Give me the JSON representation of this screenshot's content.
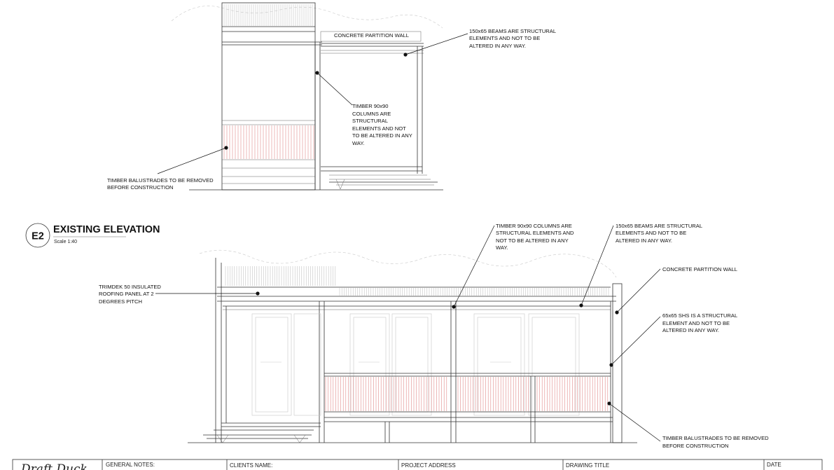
{
  "elevation": {
    "id": "E2",
    "title": "EXISTING ELEVATION",
    "scale": "Scale 1:40"
  },
  "annotations_top": {
    "partition_wall": "CONCRETE PARTITION WALL",
    "beams": [
      "150x65 BEAMS ARE STRUCTURAL",
      "ELEMENTS AND NOT TO BE",
      "ALTERED IN ANY WAY."
    ],
    "columns": [
      "TIMBER 90x90",
      "COLUMNS ARE",
      "STRUCTURAL",
      "ELEMENTS AND NOT",
      "TO BE ALTERED IN ANY",
      "WAY."
    ],
    "balustrades": [
      "TIMBER BALUSTRADES TO BE REMOVED",
      "BEFORE CONSTRUCTION"
    ]
  },
  "annotations_bottom": {
    "columns": [
      "TIMBER 90x90 COLUMNS ARE",
      "STRUCTURAL ELEMENTS AND",
      "NOT TO BE ALTERED IN ANY",
      "WAY."
    ],
    "beams": [
      "150x65 BEAMS ARE STRUCTURAL",
      "ELEMENTS AND NOT TO BE",
      "ALTERED IN ANY WAY."
    ],
    "roofing": [
      "TRIMDEK 50 INSULATED",
      "ROOFING PANEL AT 2",
      "DEGREES PITCH"
    ],
    "partition_wall": "CONCRETE PARTITION WALL",
    "shs": [
      "65x65 SHS IS A STRUCTURAL",
      "ELEMENT AND NOT TO BE",
      "ALTERED IN ANY WAY."
    ],
    "balustrades": [
      "TIMBER BALUSTRADES TO BE REMOVED",
      "BEFORE CONSTRUCTION"
    ]
  },
  "title_block": {
    "logo": "Draft Duck",
    "general_notes": "GENERAL NOTES:",
    "clients_name": "CLIENTS NAME:",
    "project_address": "PROJECT ADDRESS",
    "drawing_title": "DRAWING TITLE",
    "date": "DATE"
  },
  "colors": {
    "line": "#333333",
    "balustrade": "#e08a8a",
    "background": "#ffffff"
  }
}
